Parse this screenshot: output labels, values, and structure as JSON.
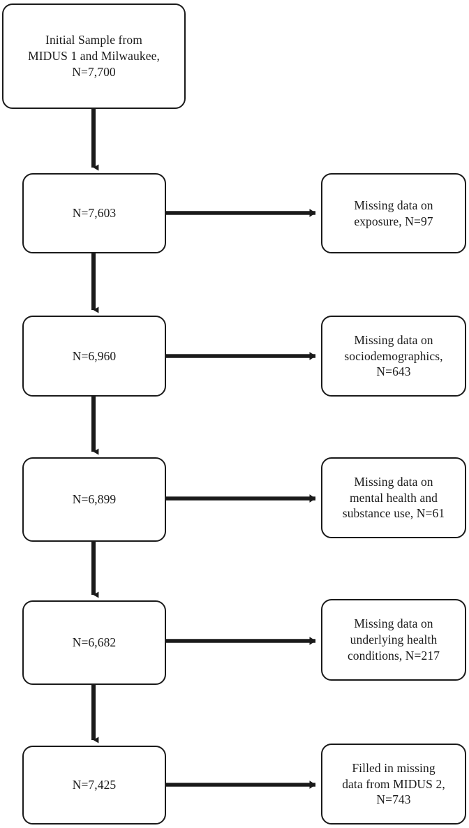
{
  "diagram": {
    "type": "flowchart",
    "orientation": "vertical-with-side-exclusions",
    "title_visible": false,
    "colors": {
      "stroke": "#1a1a1a",
      "text": "#1a1a1a",
      "background": "#ffffff"
    },
    "nodes": {
      "initial_sample": {
        "label": "Initial Sample from\nMIDUS 1 and Milwaukee,\nN=7,700",
        "n": 7700
      },
      "stage_1": {
        "label": "N=7,603",
        "n": 7603
      },
      "stage_2": {
        "label": "N=6,960",
        "n": 6960
      },
      "stage_3": {
        "label": "N=6,899",
        "n": 6899
      },
      "stage_4": {
        "label": "N=6,682",
        "n": 6682
      },
      "stage_5": {
        "label": "N=7,425",
        "n": 7425
      },
      "exclusion_1": {
        "label": "Missing data on\nexposure, N=97",
        "n": 97
      },
      "exclusion_2": {
        "label": "Missing data on\nsociodemographics,\nN=643",
        "n": 643
      },
      "exclusion_3": {
        "label": "Missing data on\nmental health and\nsubstance use, N=61",
        "n": 61
      },
      "exclusion_4": {
        "label": "Missing data on\nunderlying health\nconditions, N=217",
        "n": 217
      },
      "addition_5": {
        "label": "Filled in missing\ndata from MIDUS 2,\nN=743",
        "n": 743
      }
    },
    "edges": [
      {
        "from": "initial_sample",
        "to": "stage_1",
        "direction": "down"
      },
      {
        "from": "stage_1",
        "to": "exclusion_1",
        "direction": "right"
      },
      {
        "from": "stage_1",
        "to": "stage_2",
        "direction": "down"
      },
      {
        "from": "stage_2",
        "to": "exclusion_2",
        "direction": "right"
      },
      {
        "from": "stage_2",
        "to": "stage_3",
        "direction": "down"
      },
      {
        "from": "stage_3",
        "to": "exclusion_3",
        "direction": "right"
      },
      {
        "from": "stage_3",
        "to": "stage_4",
        "direction": "down"
      },
      {
        "from": "stage_4",
        "to": "exclusion_4",
        "direction": "right"
      },
      {
        "from": "stage_4",
        "to": "stage_5",
        "direction": "down"
      },
      {
        "from": "stage_5",
        "to": "addition_5",
        "direction": "right"
      }
    ]
  }
}
